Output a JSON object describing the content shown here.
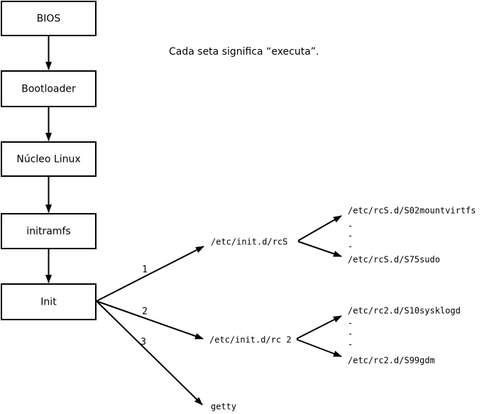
{
  "annotation": "Cada seta significa “executa”.",
  "boxes": [
    {
      "label": "BIOS"
    },
    {
      "label": "Bootloader"
    },
    {
      "label": "Núcleo Linux"
    },
    {
      "label": "initramfs"
    },
    {
      "label": "Init"
    }
  ],
  "branches": [
    {
      "num": "1",
      "label": "/etc/init.d/rcS"
    },
    {
      "num": "2",
      "label": "/etc/init.d/rc 2"
    },
    {
      "num": "3",
      "label": "getty"
    }
  ],
  "rcS_children": [
    "/etc/rcS.d/S02mountvirtfs",
    "-",
    "-",
    "-",
    "/etc/rcS.d/S75sudo"
  ],
  "rc2_children": [
    "/etc/rc2.d/S10sysklogd",
    "-",
    "-",
    "-",
    "/etc/rc2.d/S99gdm"
  ],
  "colors": {
    "ink": "#000000",
    "background": "#ffffff"
  }
}
